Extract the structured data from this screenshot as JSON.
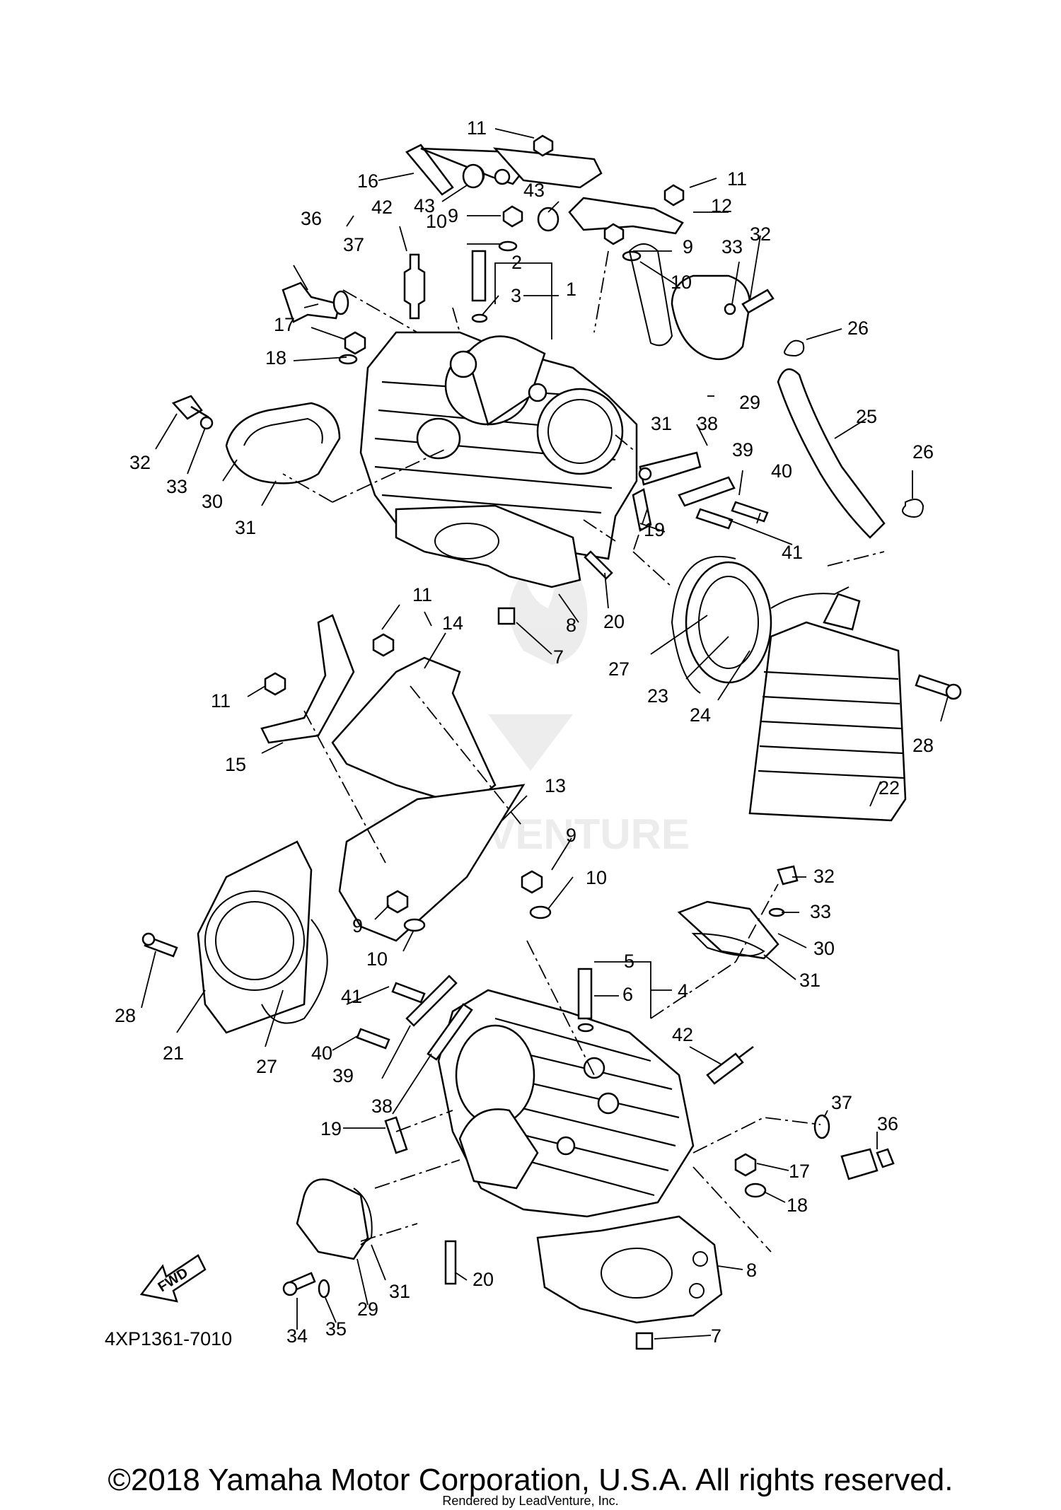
{
  "diagram": {
    "drawing_code": "4XP1361-7010",
    "fwd_label": "FWD",
    "watermark": "LEADVENTURE",
    "callouts": [
      "1",
      "2",
      "3",
      "4",
      "5",
      "6",
      "7",
      "8",
      "9",
      "10",
      "11",
      "12",
      "13",
      "14",
      "15",
      "16",
      "17",
      "18",
      "19",
      "20",
      "21",
      "22",
      "23",
      "24",
      "25",
      "26",
      "27",
      "28",
      "29",
      "30",
      "31",
      "32",
      "33",
      "34",
      "35",
      "36",
      "37",
      "38",
      "39",
      "40",
      "41",
      "42",
      "43"
    ]
  },
  "footer": {
    "copyright": "©2018 Yamaha Motor Corporation, U.S.A. All rights reserved.",
    "rendered_by": "Rendered by LeadVenture, Inc."
  }
}
